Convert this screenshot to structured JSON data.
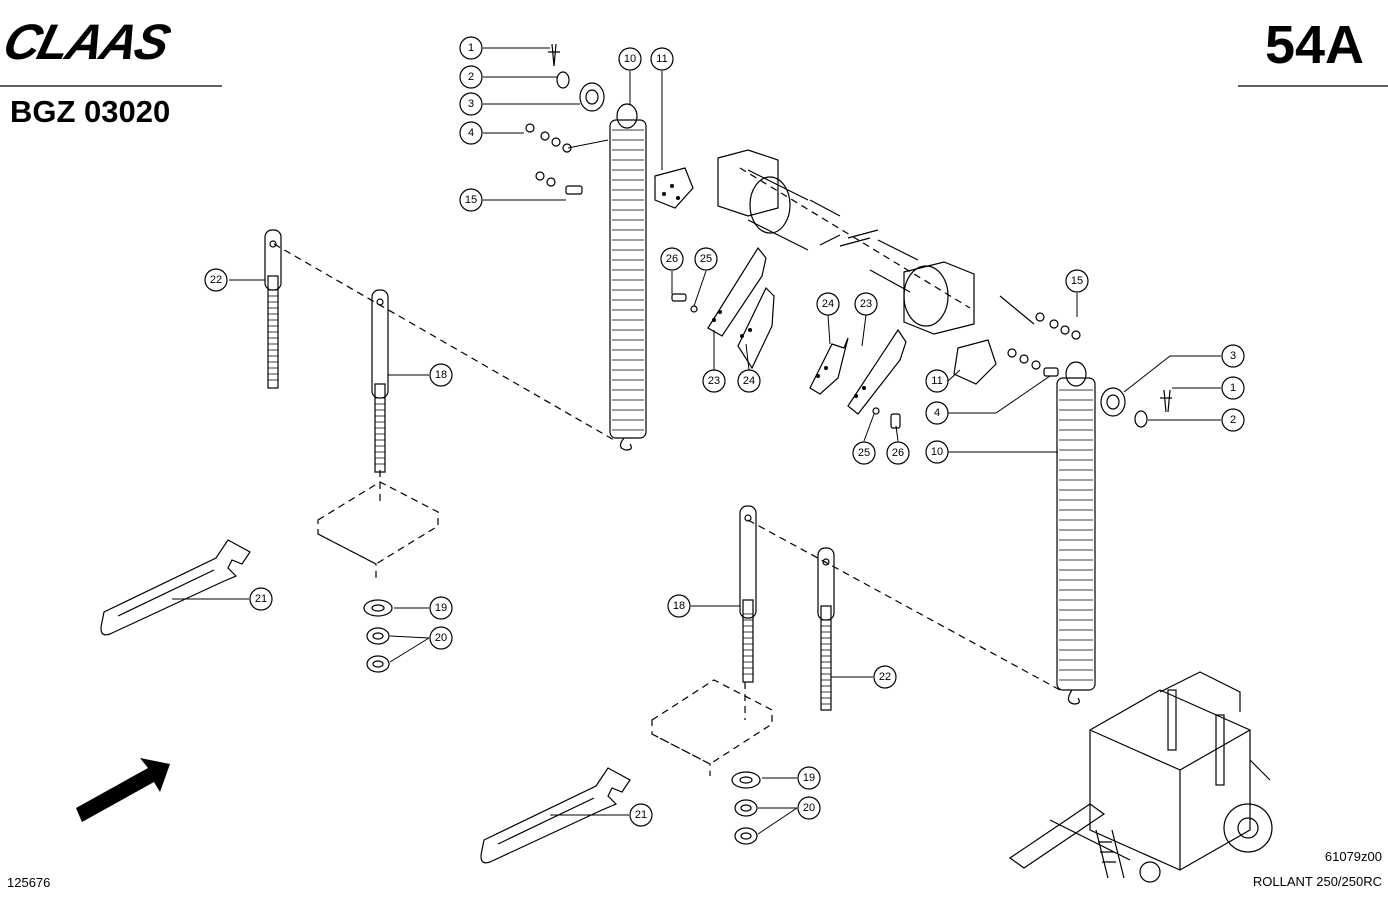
{
  "header": {
    "brand": "CLAAS",
    "page_code": "54A",
    "group_code": "BGZ 03020"
  },
  "footer": {
    "left_number": "125676",
    "drawing_ref": "61079z00",
    "model": "ROLLANT 250/250RC"
  },
  "callouts": {
    "c1a": "1",
    "c2a": "2",
    "c3a": "3",
    "c4a": "4",
    "c15a": "15",
    "c10a": "10",
    "c11a": "11",
    "c22a": "22",
    "c18a": "18",
    "c26a": "26",
    "c25a": "25",
    "c23a": "23",
    "c24a": "24",
    "c24b": "24",
    "c23b": "23",
    "c25b": "25",
    "c26b": "26",
    "c15b": "15",
    "c11b": "11",
    "c4b": "4",
    "c10b": "10",
    "c3b": "3",
    "c1b": "1",
    "c2b": "2",
    "c21a": "21",
    "c19a": "19",
    "c20a": "20",
    "c18b": "18",
    "c22b": "22",
    "c19b": "19",
    "c20b": "20",
    "c21b": "21"
  }
}
